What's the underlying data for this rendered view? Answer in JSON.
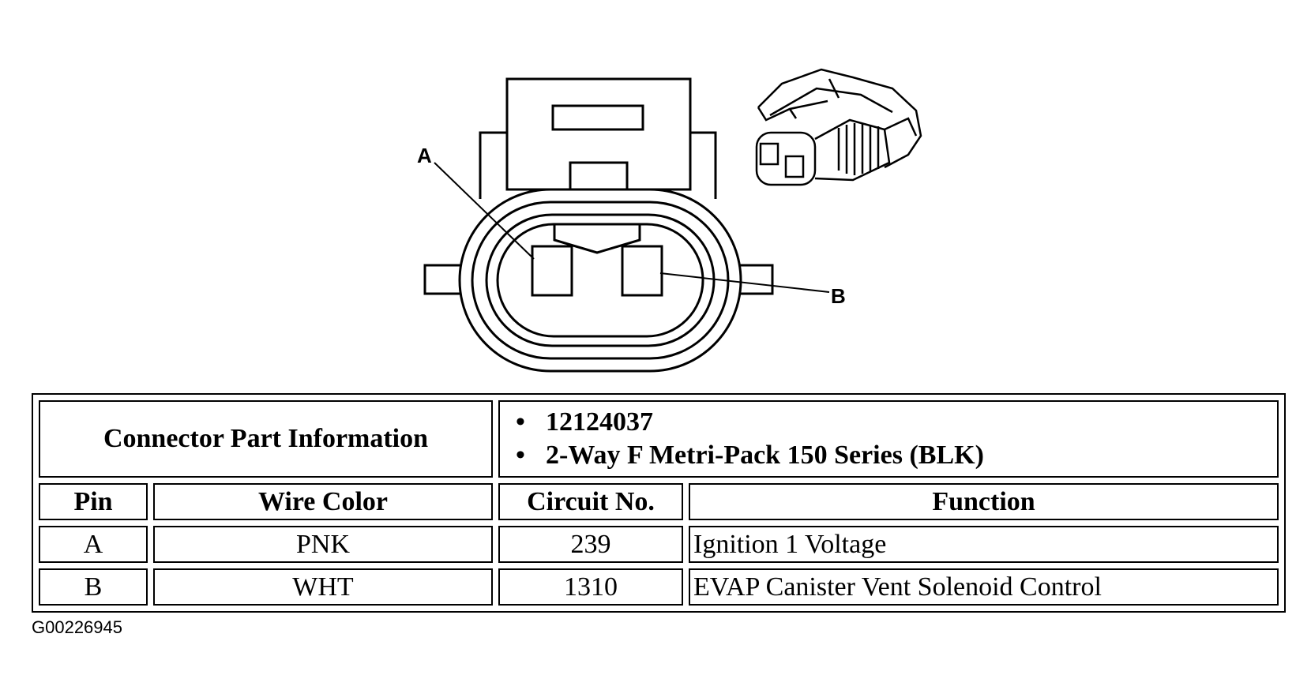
{
  "diagram": {
    "pin_a_label": "A",
    "pin_b_label": "B"
  },
  "table": {
    "part_info_label": "Connector Part Information",
    "part_info_lines": [
      "12124037",
      "2-Way F Metri-Pack 150 Series (BLK)"
    ],
    "headers": {
      "pin": "Pin",
      "wire_color": "Wire Color",
      "circuit": "Circuit No.",
      "function": "Function"
    },
    "rows": [
      {
        "pin": "A",
        "wire_color": "PNK",
        "circuit": "239",
        "function": "Ignition 1 Voltage"
      },
      {
        "pin": "B",
        "wire_color": "WHT",
        "circuit": "1310",
        "function": "EVAP Canister Vent Solenoid Control"
      }
    ]
  },
  "figure_id": "G00226945"
}
